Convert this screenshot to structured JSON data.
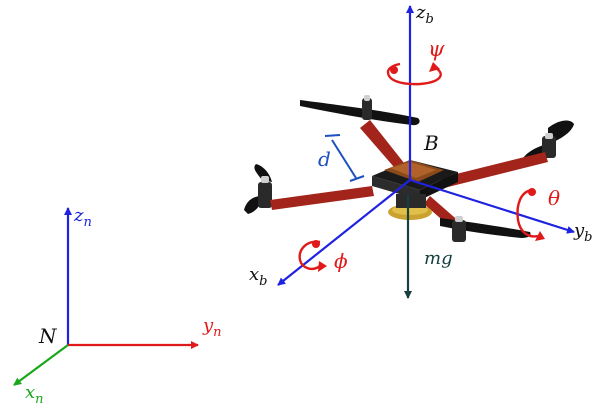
{
  "colors": {
    "blue": "#1f22e0",
    "red": "#e01a1a",
    "green": "#1aa81a",
    "dark_teal": "#16403f",
    "dim_blue": "#1d4fbf",
    "frame_dark": "#1a1a1a",
    "arm_red": "#a3241a",
    "hub_brown": "#8a4a1c"
  },
  "inertial_frame": {
    "origin_label": "N",
    "x_axis": {
      "symbol": "x",
      "subscript": "n"
    },
    "y_axis": {
      "symbol": "y",
      "subscript": "n"
    },
    "z_axis": {
      "symbol": "z",
      "subscript": "n"
    }
  },
  "body_frame": {
    "origin_label": "B",
    "x_axis": {
      "symbol": "x",
      "subscript": "b"
    },
    "y_axis": {
      "symbol": "y",
      "subscript": "b"
    },
    "z_axis": {
      "symbol": "z",
      "subscript": "b"
    }
  },
  "rotations": {
    "roll": "ϕ",
    "pitch": "θ",
    "yaw": "ψ"
  },
  "dimension_label": "d",
  "gravity_label": "mg"
}
